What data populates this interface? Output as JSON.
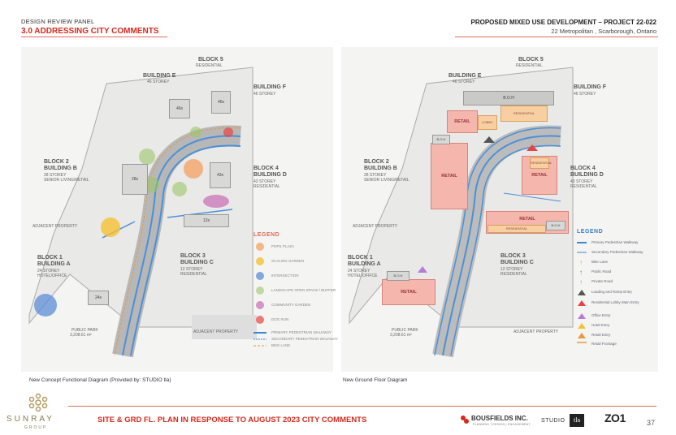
{
  "header": {
    "panel": "DESIGN REVIEW PANEL",
    "section": "3.0 ADDRESSING CITY COMMENTS",
    "project": "PROPOSED MIXED USE DEVELOPMENT – PROJECT 22-022",
    "address": "22 Metropolitan , Scarborough, Ontario"
  },
  "left_diagram": {
    "caption": "New Concept Functional Diagram (Provided by: STUDIO tla)",
    "blocks": {
      "block5": "BLOCK 5",
      "block5_use": "RESIDENTIAL",
      "building_e": "BUILDING E",
      "building_e_storey": "46 STOREY",
      "building_f": "BUILDING F",
      "building_f_storey": "46 STOREY",
      "block2": "BLOCK 2",
      "building_b": "BUILDING B",
      "building_b_storey": "28 STOREY",
      "building_b_use": "SENIOR LIVING/RETAIL",
      "block4": "BLOCK 4",
      "building_d": "BUILDING D",
      "building_d_storey": "43 STOREY",
      "building_d_use": "RESIDENTIAL",
      "block1": "BLOCK 1",
      "building_a": "BUILDING A",
      "building_a_storey": "24 STOREY",
      "building_a_use": "HOTEL/OFFICE",
      "block3": "BLOCK 3",
      "building_c": "BUILDING C",
      "building_c_storey": "12 STOREY",
      "building_c_use": "RESIDENTIAL",
      "adjacent1": "ADJACENT PROPERTY",
      "adjacent2": "ADJACENT PROPERTY",
      "public_park": "PUBLIC PARK",
      "park_area": "3,208.61 m²"
    },
    "tower_labels": [
      "46s",
      "46s",
      "28s",
      "43s",
      "12s",
      "24s"
    ],
    "legend_title": "LEGEND",
    "legend": [
      "POPS PLAZA",
      "SCALING GARDEN",
      "INTERSECTION",
      "LANDSCAPE OPEN SPACE / BUFFER",
      "COMMUNITY GARDEN",
      "DOG RUN",
      "PRIMARY PEDESTRIAN WALKWAY",
      "SECONDARY PEDESTRIAN WALKWAY",
      "BIKE LANE"
    ]
  },
  "right_diagram": {
    "caption": "New Ground Floor Diagram",
    "blocks": {
      "block5": "BLOCK 5",
      "block5_use": "RESIDENTIAL",
      "building_e": "BUILDING E",
      "building_e_storey": "46 STOREY",
      "building_f": "BUILDING F",
      "building_f_storey": "46 STOREY",
      "block2": "BLOCK 2",
      "building_b": "BUILDING B",
      "building_b_storey": "28 STOREY",
      "building_b_use": "SENIOR LIVING/RETAIL",
      "block4": "BLOCK 4",
      "building_d": "BUILDING D",
      "building_d_storey": "43 STOREY",
      "building_d_use": "RESIDENTIAL",
      "block1": "BLOCK 1",
      "building_a": "BUILDING A",
      "building_a_storey": "24 STOREY",
      "building_a_use": "HOTEL/OFFICE",
      "block3": "BLOCK 3",
      "building_c": "BUILDING C",
      "building_c_storey": "12 STOREY",
      "building_c_use": "RESIDENTIAL",
      "adjacent1": "ADJACENT PROPERTY",
      "adjacent2": "ADJACENT PROPERTY",
      "public_park": "PUBLIC PARK",
      "park_area": "3,208.61 m²"
    },
    "retail_labels": [
      "RETAIL",
      "RETAIL",
      "RETAIL",
      "RETAIL",
      "RETAIL"
    ],
    "boh_labels": [
      "B.O.H",
      "B.O.H",
      "B.O.H",
      "B.O.H"
    ],
    "lobby_labels": [
      "LOBBY",
      "RESIDENTIAL",
      "RESIDENTIAL",
      "RESIDENTIAL"
    ],
    "legend_title": "LEGEND",
    "legend": [
      "Primary Pedestrian Walkway",
      "Secondary Pedestrian Walkway",
      "Bike Lane",
      "Public Road",
      "Private Road",
      "Loading and Ramp Entry",
      "Residential Lobby Main Entry",
      "Office Entry",
      "Hotel Entry",
      "Retail Entry",
      "Retail Frontage"
    ]
  },
  "footer": {
    "title": "SITE & GRD FL. PLAN  IN RESPONSE TO AUGUST 2023 CITY COMMENTS",
    "page": "37",
    "sunray": "SUNRAY",
    "sunray_sub": "GROUP",
    "bousfields": "BOUSFIELDS INC.",
    "bousfields_sub": "PLANNING | DESIGN | ENGAGEMENT",
    "studio": "STUDIO",
    "tla": "tla",
    "z01": "ZO1"
  },
  "colors": {
    "accent_red": "#d62a1e",
    "walkway_blue": "#3a87d6",
    "retail_pink": "#f4b6ad"
  }
}
